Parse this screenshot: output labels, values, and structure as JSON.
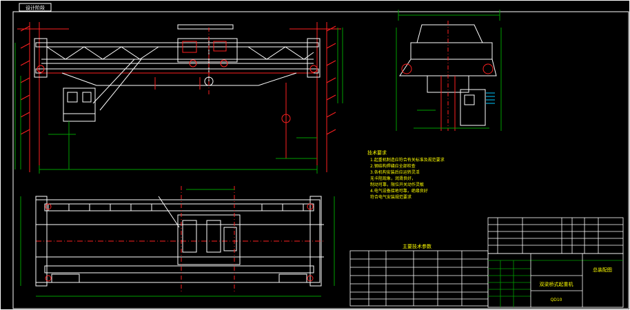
{
  "drawing": {
    "corner_tag": "设计阶段",
    "tech_requirements_title": "技术要求",
    "tech_requirements": [
      "1.起重机制造应符合有关标准及规范要求",
      "2.钢结构焊缝应全部检查",
      "3.各机构安装后应运转灵活",
      "  无卡阻现象，润滑良好，",
      "  制动可靠，限位开关动作灵敏",
      "4.电气设备接地可靠，绝缘良好",
      "  符合电气安装规范要求"
    ],
    "param_table_title": "主要技术参数",
    "title_block_name": "双梁桥式起重机",
    "title_block_drawing_no": "QD10",
    "title_block_right_tag": "总装配图",
    "colors": {
      "background": "#000000",
      "frame": "#ffffff",
      "outline": "#ffffff",
      "dimension": "#00a000",
      "centerline": "#ff2020",
      "structure": "#ffff00",
      "text": "#ffff00",
      "hidden": "#00c8ff",
      "hatch": "#ff2020"
    }
  }
}
